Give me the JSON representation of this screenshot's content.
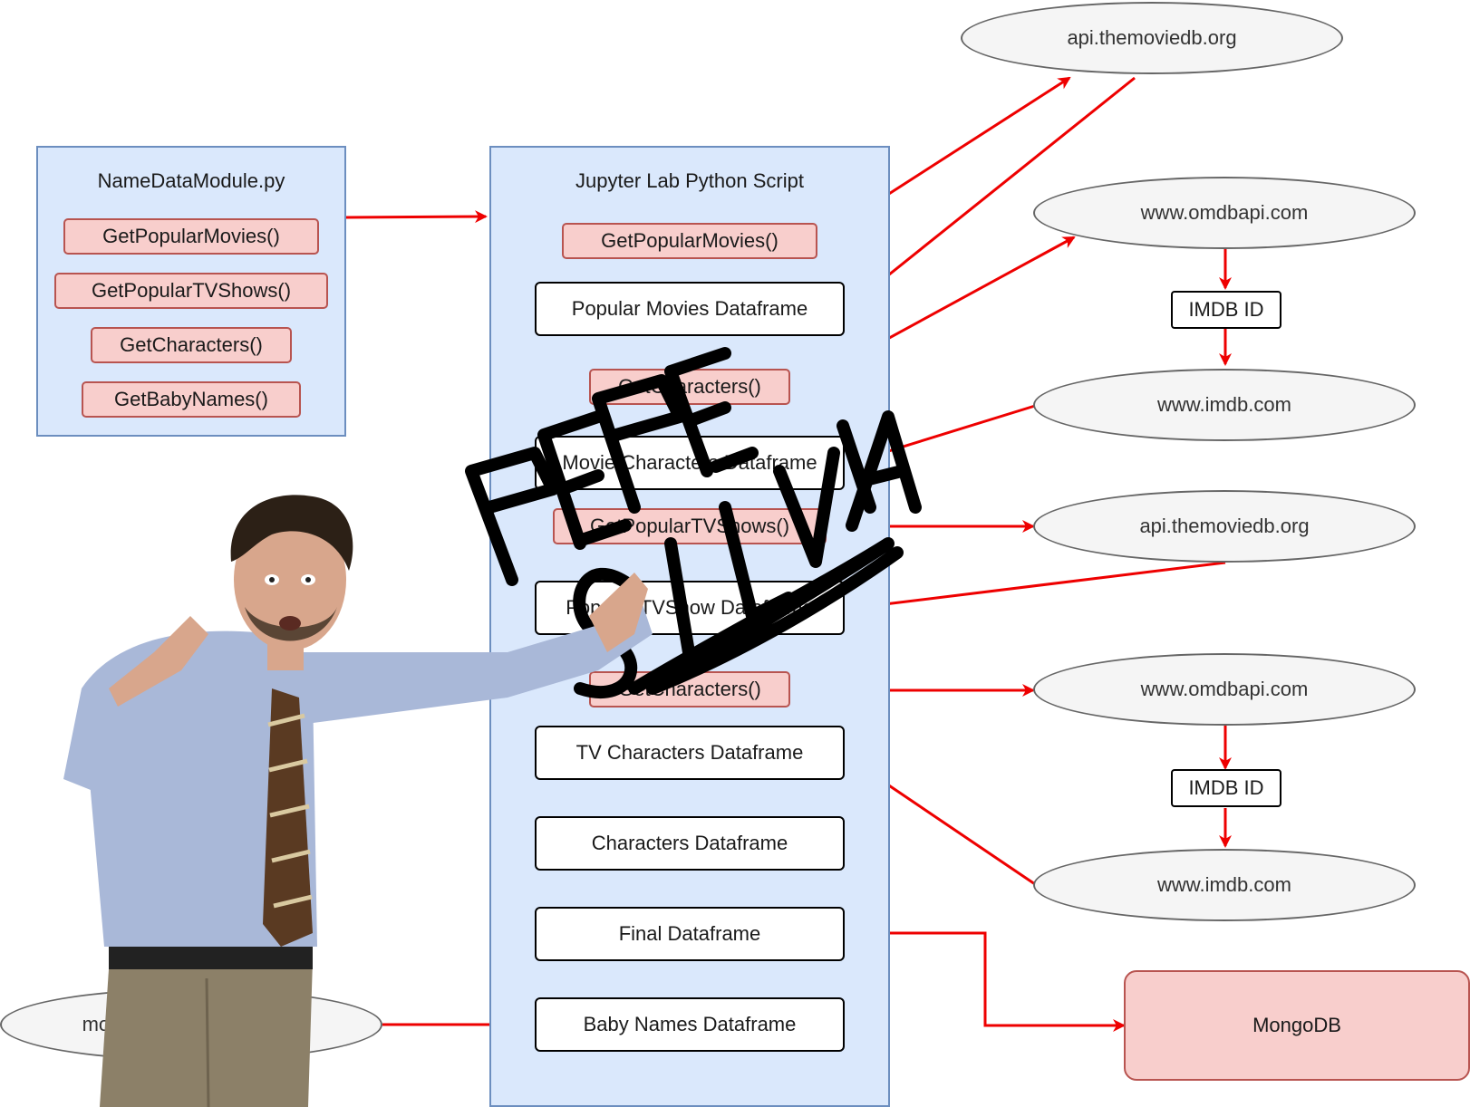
{
  "module_panel": {
    "title": "NameDataModule.py",
    "functions": [
      "GetPopularMovies()",
      "GetPopularTVShows()",
      "GetCharacters()",
      "GetBabyNames()"
    ]
  },
  "script_panel": {
    "title": "Jupyter Lab Python Script",
    "get_popular_movies": "GetPopularMovies()",
    "popular_movies_df": "Popular Movies Dataframe",
    "get_characters_1": "GetCharacters()",
    "movie_characters_df": "Movie Characters Dataframe",
    "get_popular_tvshows": "GetPopularTVShows()",
    "popular_tvshow_df": "Popular TVShow Dataframe",
    "get_characters_2": "GetCharacters()",
    "tv_characters_df": "TV Characters Dataframe",
    "characters_df": "Characters Dataframe",
    "final_df": "Final Dataframe",
    "baby_names_df": "Baby Names Dataframe"
  },
  "sources": {
    "tmdb_1": "api.themoviedb.org",
    "omdb_1": "www.omdbapi.com",
    "imdb_id_1": "IMDB ID",
    "imdb_1": "www.imdb.com",
    "tmdb_2": "api.themoviedb.org",
    "omdb_2": "www.omdbapi.com",
    "imdb_id_2": "IMDB ID",
    "imdb_2": "www.imdb.com",
    "csv": "most-popular-names.csv"
  },
  "destination": {
    "mongodb": "MongoDB"
  },
  "overlay": {
    "scribble_text": "PEPE SILVIA"
  },
  "colors": {
    "panel_fill": "#dae8fc",
    "panel_border": "#6c8ebf",
    "function_fill": "#f8cecc",
    "function_border": "#b85450",
    "arrow": "#ee0000",
    "ellipse_fill": "#f5f5f5",
    "ellipse_border": "#666666"
  }
}
